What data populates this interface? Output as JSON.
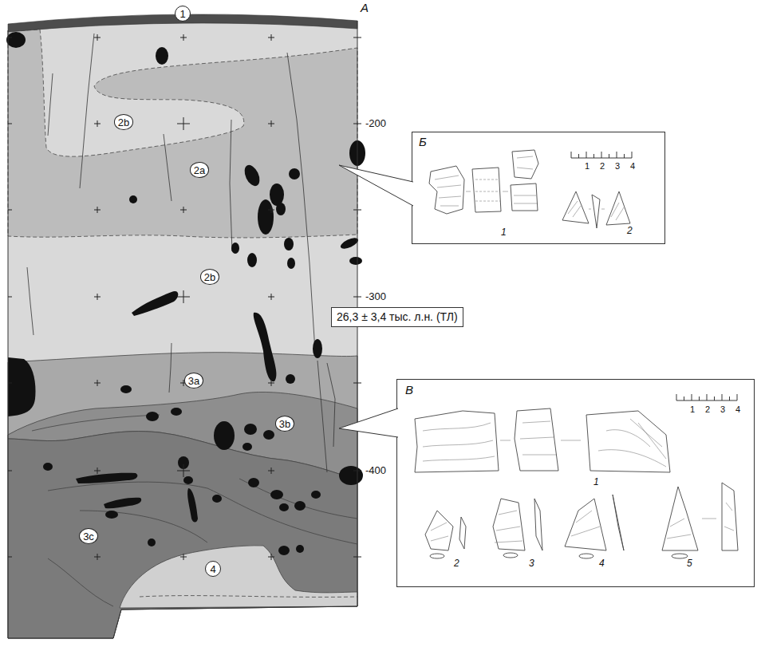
{
  "diagram": {
    "nodes": [
      {
        "text": [
          "1"
        ]
      },
      {
        "text": [
          "2b"
        ]
      },
      {
        "text": [
          "2a"
        ]
      },
      {
        "text": [
          "Б",
          "1 2 3 4",
          "1",
          "2"
        ]
      },
      {
        "text": [
          "2b"
        ]
      },
      {
        "text": [
          "26,3 ± 3,4 тыс. л.н. (ТЛ)"
        ]
      },
      {
        "text": [
          "3a"
        ]
      },
      {
        "text": [
          "3b"
        ]
      },
      {
        "text": [
          "В",
          "1 2 3 4",
          "1",
          "2",
          "3",
          "4",
          "5"
        ]
      },
      {
        "text": [
          "3c"
        ]
      },
      {
        "text": [
          "4"
        ]
      }
    ],
    "labels": [
      "А",
      "-200",
      "-300",
      "-400"
    ]
  }
}
